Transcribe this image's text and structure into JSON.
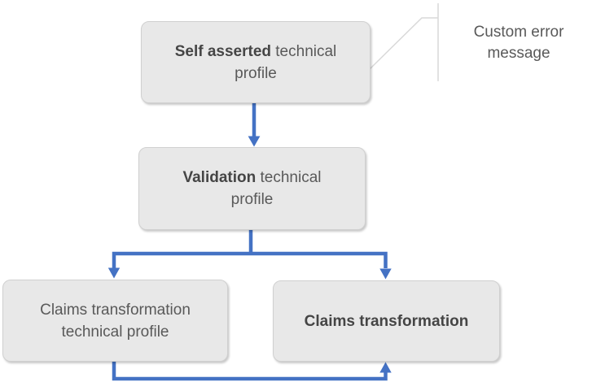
{
  "diagram": {
    "nodes": [
      {
        "name": "self-asserted-technical-profile",
        "lines": [
          {
            "bold": "Self asserted",
            "rest": " technical"
          },
          {
            "bold": "",
            "rest": "profile"
          }
        ]
      },
      {
        "name": "validation-technical-profile",
        "lines": [
          {
            "bold": "Validation",
            "rest": " technical"
          },
          {
            "bold": "",
            "rest": "profile"
          }
        ]
      },
      {
        "name": "claims-transformation-technical-profile",
        "lines": [
          {
            "bold": "",
            "rest": "Claims transformation"
          },
          {
            "bold": "",
            "rest": "technical profile"
          }
        ]
      },
      {
        "name": "claims-transformation",
        "lines": [
          {
            "bold": "Claims transformation",
            "rest": ""
          }
        ]
      }
    ],
    "callout": {
      "label": "Custom error\nmessage"
    },
    "colors": {
      "arrow_blue": "#4472C4",
      "box_fill": "#E8E8E8",
      "box_border": "#D0D0D0",
      "callout_line": "#D9D9D9",
      "body_text": "#595959",
      "bold_text": "#454545"
    }
  }
}
